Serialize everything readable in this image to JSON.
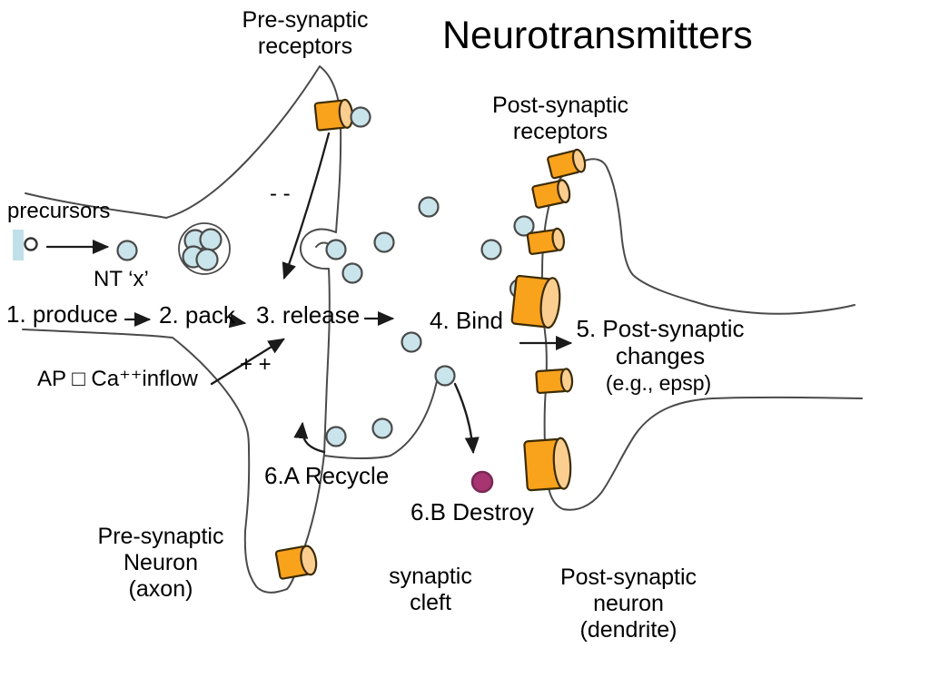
{
  "title": "Neurotransmitters",
  "labels": {
    "pre_synaptic_receptors": "Pre-synaptic\nreceptors",
    "post_synaptic_receptors": "Post-synaptic\nreceptors",
    "precursors": "precursors",
    "nt_x": "NT ‘x’",
    "pre_synaptic_neuron": "Pre-synaptic\nNeuron\n(axon)",
    "synaptic_cleft": "synaptic\ncleft",
    "post_synaptic_neuron": "Post-synaptic\nneuron\n(dendrite)"
  },
  "steps": {
    "produce": "1. produce",
    "pack": "2. pack",
    "release": "3. release",
    "bind": "4. Bind",
    "post_changes": "5. Post-synaptic\nchanges",
    "post_changes_example": "(e.g., epsp)",
    "recycle": "6.A Recycle",
    "destroy": "6.B Destroy"
  },
  "annotations": {
    "ap_ca_inflow": "AP □ Ca⁺⁺inflow",
    "plus_plus": "+ +",
    "minus_minus": "- -"
  },
  "colors": {
    "background": "#FFFFFF",
    "text": "#000000",
    "membrane_stroke": "#4A4A4A",
    "arrow_color": "#1A1A1A",
    "neurotransmitter_fill": "#C9E4EA",
    "neurotransmitter_stroke": "#4A4A4A",
    "receptor_fill": "#F9A21C",
    "receptor_cap_fill": "#FBCE90",
    "receptor_stroke": "#3B2B05",
    "destroyed_nt_fill": "#A63572",
    "destroyed_nt_stroke": "#7C2754",
    "precursor_fill": "#BFE0E8"
  }
}
